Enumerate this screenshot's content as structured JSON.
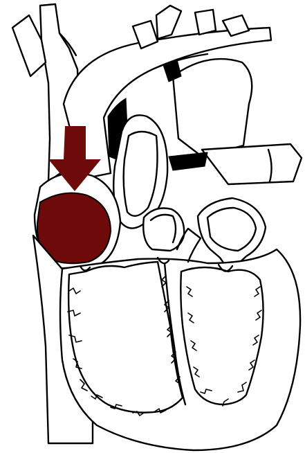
{
  "diagram": {
    "type": "heart-cross-section",
    "line_color": "#000000",
    "background_color": "#ffffff",
    "highlight": {
      "structure": "right atrium",
      "color": "#6e0a0a",
      "indicator": "arrow-pointing-down"
    }
  }
}
